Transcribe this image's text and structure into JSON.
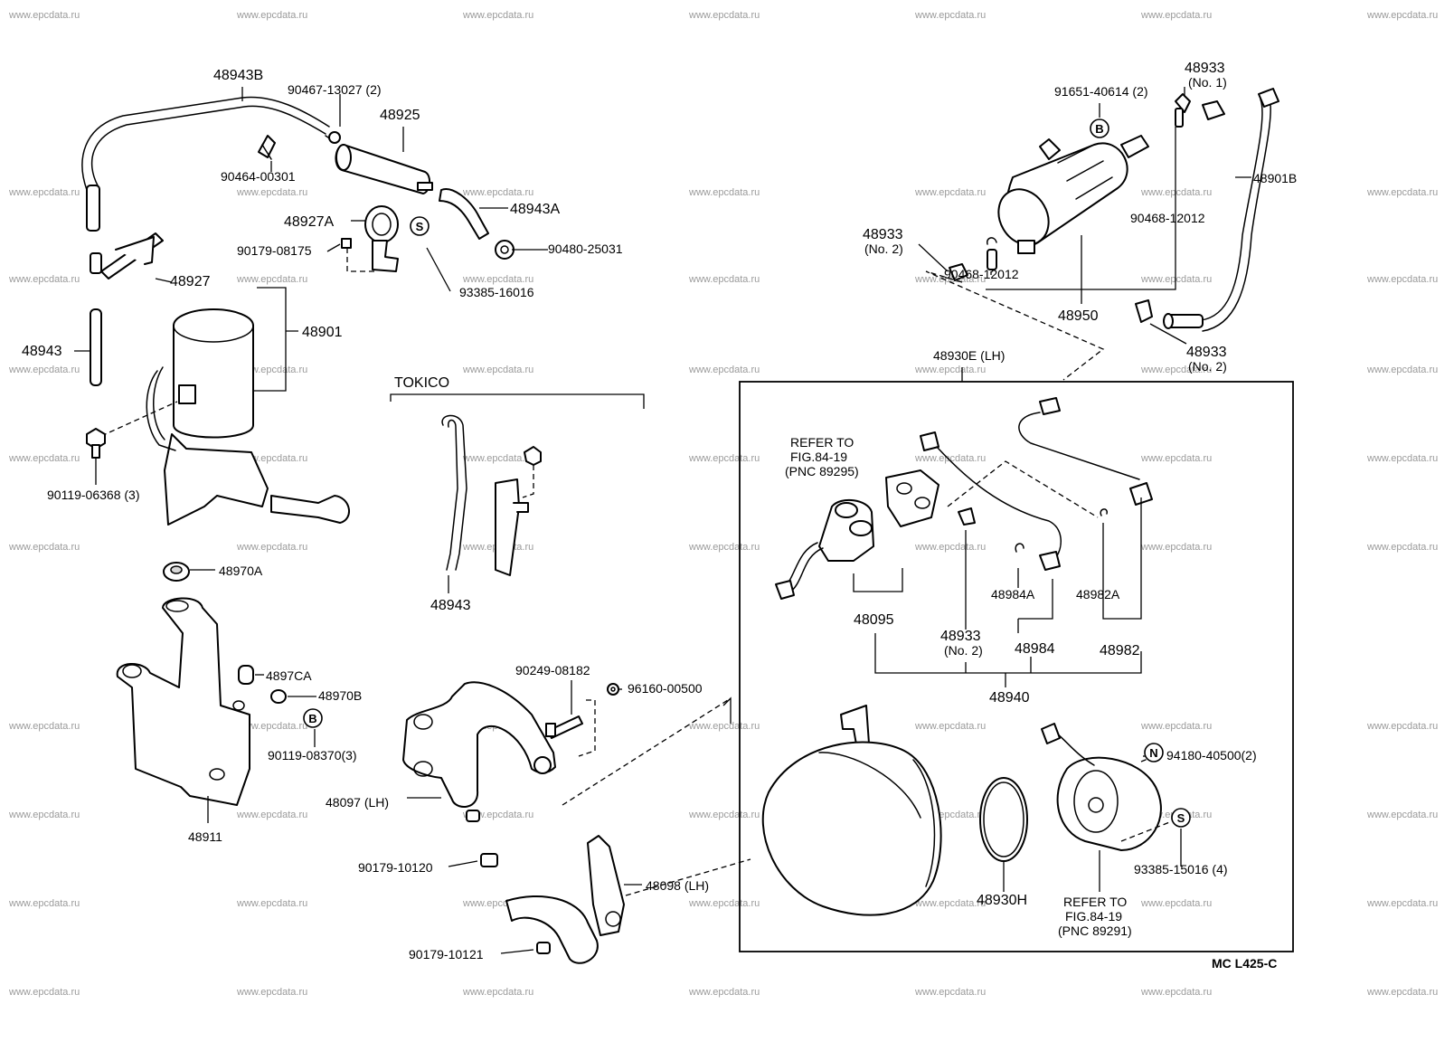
{
  "watermark": "www.epcdata.ru",
  "tokico_header": "TOKICO",
  "sheet_code": "MC  L425-C",
  "labels": {
    "p48943B": "48943B",
    "p90467": "90467-13027 (2)",
    "p48925": "48925",
    "p90464": "90464-00301",
    "p48943A": "48943A",
    "p48927A": "48927A",
    "p90179_08175": "90179-08175",
    "p90480": "90480-25031",
    "p48927": "48927",
    "p93385_16016": "93385-16016",
    "p48943_left": "48943",
    "p48901": "48901",
    "p90119_06368": "90119-06368 (3)",
    "p48970A": "48970A",
    "p4897CA": "4897CA",
    "p48970B": "48970B",
    "p90119_08370": "90119-08370(3)",
    "p48911": "48911",
    "p48943_mid": "48943",
    "p90249": "90249-08182",
    "p96160": "96160-00500",
    "p48097": "48097 (LH)",
    "p90179_10120": "90179-10120",
    "p48098": "48098 (LH)",
    "p90179_10121": "90179-10121",
    "p91651": "91651-40614 (2)",
    "p48933_no1": "48933",
    "p48933_no1_sub": "(No. 1)",
    "p48901B": "48901B",
    "p90468_r": "90468-12012",
    "p48933_l": "48933",
    "p48933_l_sub": "(No. 2)",
    "p90468_l": "90468-12012",
    "p48950": "48950",
    "p48933_r": "48933",
    "p48933_r_sub": "(No. 2)",
    "p48930E": "48930E (LH)",
    "refer1_a": "REFER TO",
    "refer1_b": "FIG.84-19",
    "refer1_c": "(PNC 89295)",
    "p48095": "48095",
    "p48933_c": "48933",
    "p48933_c_sub": "(No. 2)",
    "p48984A": "48984A",
    "p48984": "48984",
    "p48982A": "48982A",
    "p48982": "48982",
    "p48940": "48940",
    "p94180": "94180-40500(2)",
    "p93385_15016": "93385-15016 (4)",
    "p48930H": "48930H",
    "refer2_a": "REFER TO",
    "refer2_b": "FIG.84-19",
    "refer2_c": "(PNC 89291)"
  },
  "marks": {
    "S_top": "S",
    "B_left": "B",
    "B_right": "B",
    "N_right": "N",
    "S_right": "S"
  }
}
